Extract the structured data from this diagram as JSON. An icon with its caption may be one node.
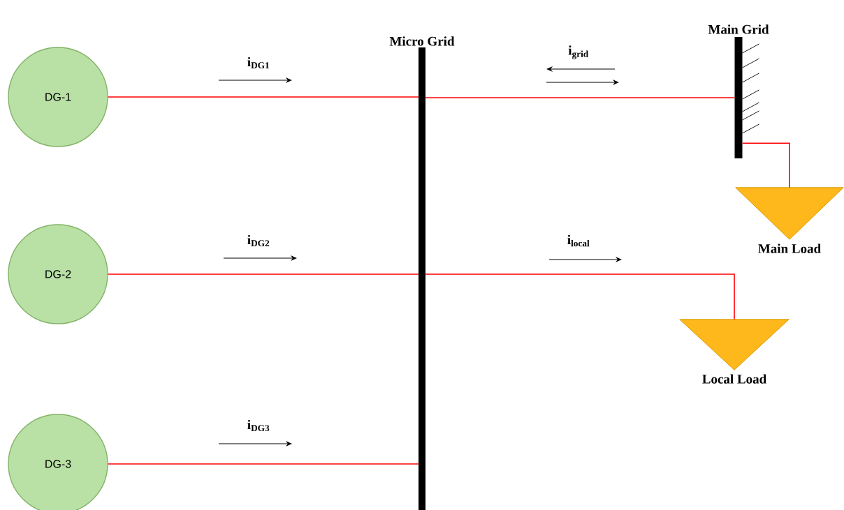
{
  "diagram": {
    "nodes": [
      {
        "text": [
          "DG-1"
        ]
      },
      {
        "text": [
          "DG-2"
        ]
      },
      {
        "text": [
          "DG-3"
        ]
      },
      {
        "text": [
          "Micro Grid"
        ]
      },
      {
        "text": [
          "Main Grid"
        ]
      },
      {
        "text": [
          "Main Load"
        ]
      },
      {
        "text": [
          "Local Load"
        ]
      }
    ],
    "edges": [
      {
        "from": 0,
        "to": 3,
        "arrow": "none"
      },
      {
        "from": 3,
        "to": 4,
        "arrow": "none"
      },
      {
        "from": 4,
        "to": 5,
        "arrow": "none"
      },
      {
        "from": 1,
        "to": 3,
        "arrow": "none"
      },
      {
        "from": 3,
        "to": 6,
        "arrow": "none"
      },
      {
        "from": 2,
        "to": 3,
        "arrow": "none"
      }
    ],
    "labels": [
      "i$_{DG1}$",
      "i$_{grid}$",
      "i$_{DG2}$",
      "i$_{local}$",
      "i$_{DG3}$"
    ]
  }
}
